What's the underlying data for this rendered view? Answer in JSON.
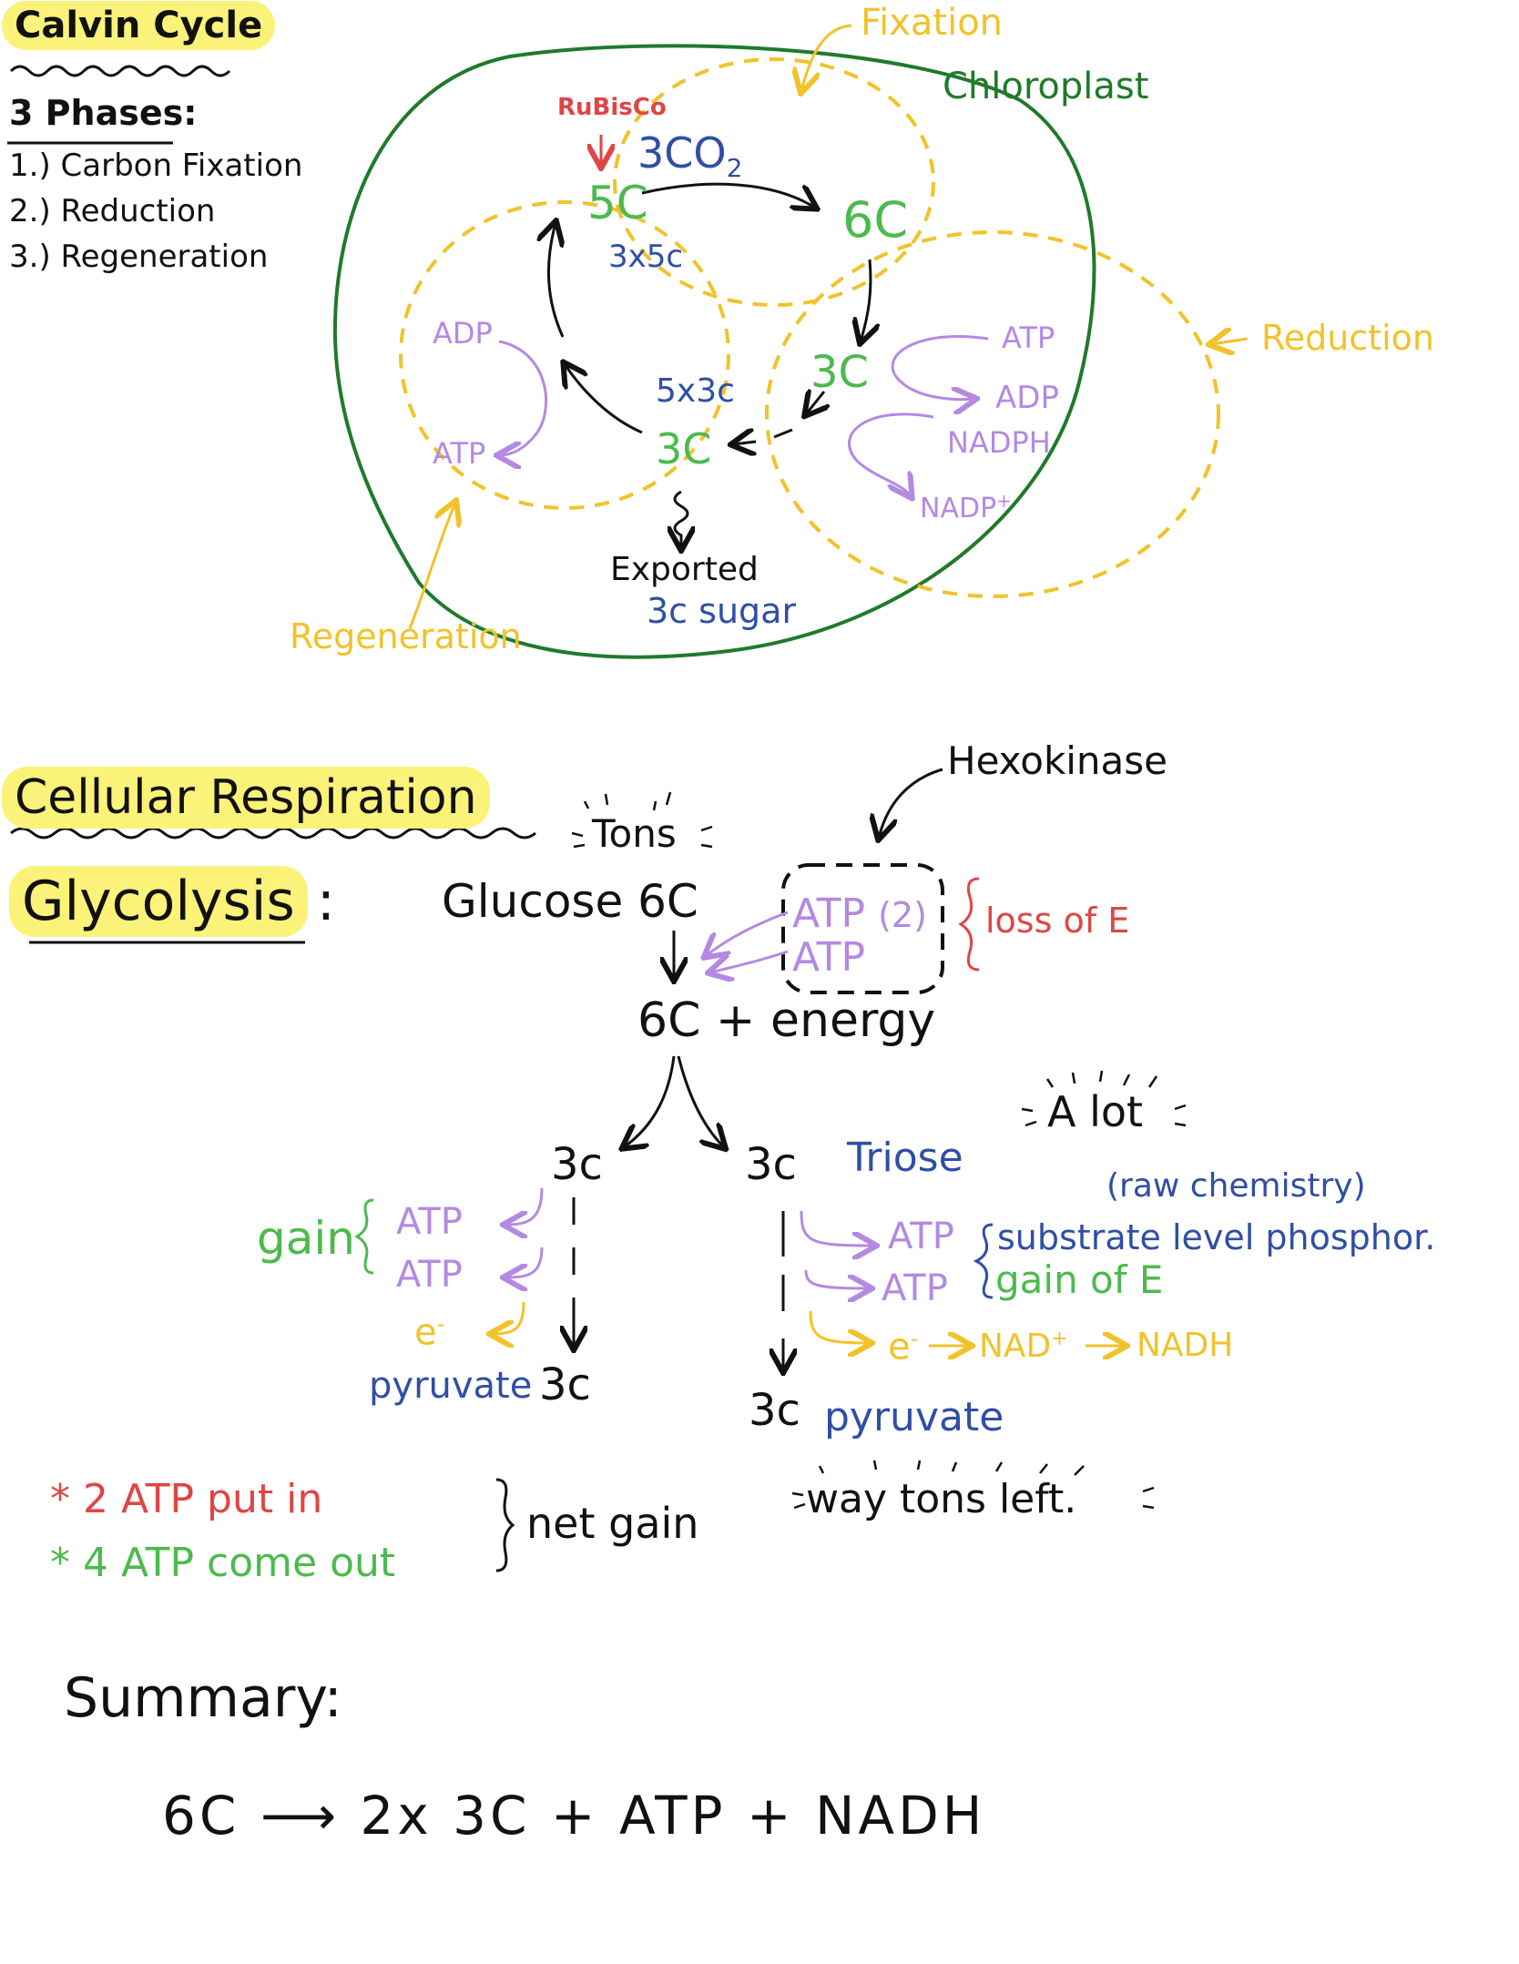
{
  "calvin": {
    "title": "Calvin Cycle",
    "phases_heading": "3 Phases:",
    "phases": [
      "1.) Carbon Fixation",
      "2.) Reduction",
      "3.) Regeneration"
    ],
    "fixation": "Fixation",
    "chloroplast": "Chloroplast",
    "rubisco": "RuBisCo",
    "co2": "3CO",
    "co2_sub": "2",
    "c5": "5C",
    "c3x5": "3x5c",
    "c6": "6C",
    "c3_right": "3C",
    "atp1": "ATP",
    "adp1": "ADP",
    "nadph": "NADPH",
    "nadp": "NADP",
    "nadp_sup": "+",
    "reduction": "Reduction",
    "c5x3": "5x3c",
    "c3_mid": "3C",
    "adp_left": "ADP",
    "atp_left": "ATP",
    "exported": "Exported",
    "sugar": "3c sugar",
    "regeneration": "Regeneration"
  },
  "resp": {
    "title": "Cellular Respiration",
    "tons": "Tons",
    "hexokinase": "Hexokinase",
    "glycolysis": "Glycolysis",
    "colon": ":",
    "glucose": "Glucose 6C",
    "atp_a": "ATP",
    "atp_two": "(2)",
    "atp_b": "ATP",
    "loss": "loss of E",
    "energy": "6C + energy",
    "a_lot": "A lot",
    "left_3c": "3c",
    "right_3c": "3c",
    "triose": "Triose",
    "raw": "(raw chemistry)",
    "gain": "gain",
    "l_atp1": "ATP",
    "l_atp2": "ATP",
    "l_e": "e",
    "l_e_sup": "-",
    "pyruvate_left": "pyruvate",
    "pyr_left_3c": "3c",
    "r_atp1": "ATP",
    "substrate": "substrate level phosphor.",
    "r_atp2": "ATP",
    "gain_e": "gain of E",
    "r_e": "e",
    "r_e_sup": "-",
    "nad": "NAD",
    "nad_sup": "+",
    "nadh": "NADH",
    "pyr_right_3c": "3c",
    "pyruvate_right": "pyruvate",
    "put_in": "* 2 ATP put in",
    "come_out": "* 4 ATP come out",
    "net_gain": "net gain",
    "way_tons": "way tons left."
  },
  "summary": {
    "title": "Summary:",
    "equation": "6C ⟶ 2x 3C + ATP + NADH"
  },
  "colors": {
    "highlight": "#fbf27a",
    "green": "#4cba4c",
    "dark_green": "#1f7a2b",
    "blue": "#2f4fa6",
    "purple": "#b489e2",
    "red": "#e04545",
    "yellow": "#f2c22a"
  }
}
